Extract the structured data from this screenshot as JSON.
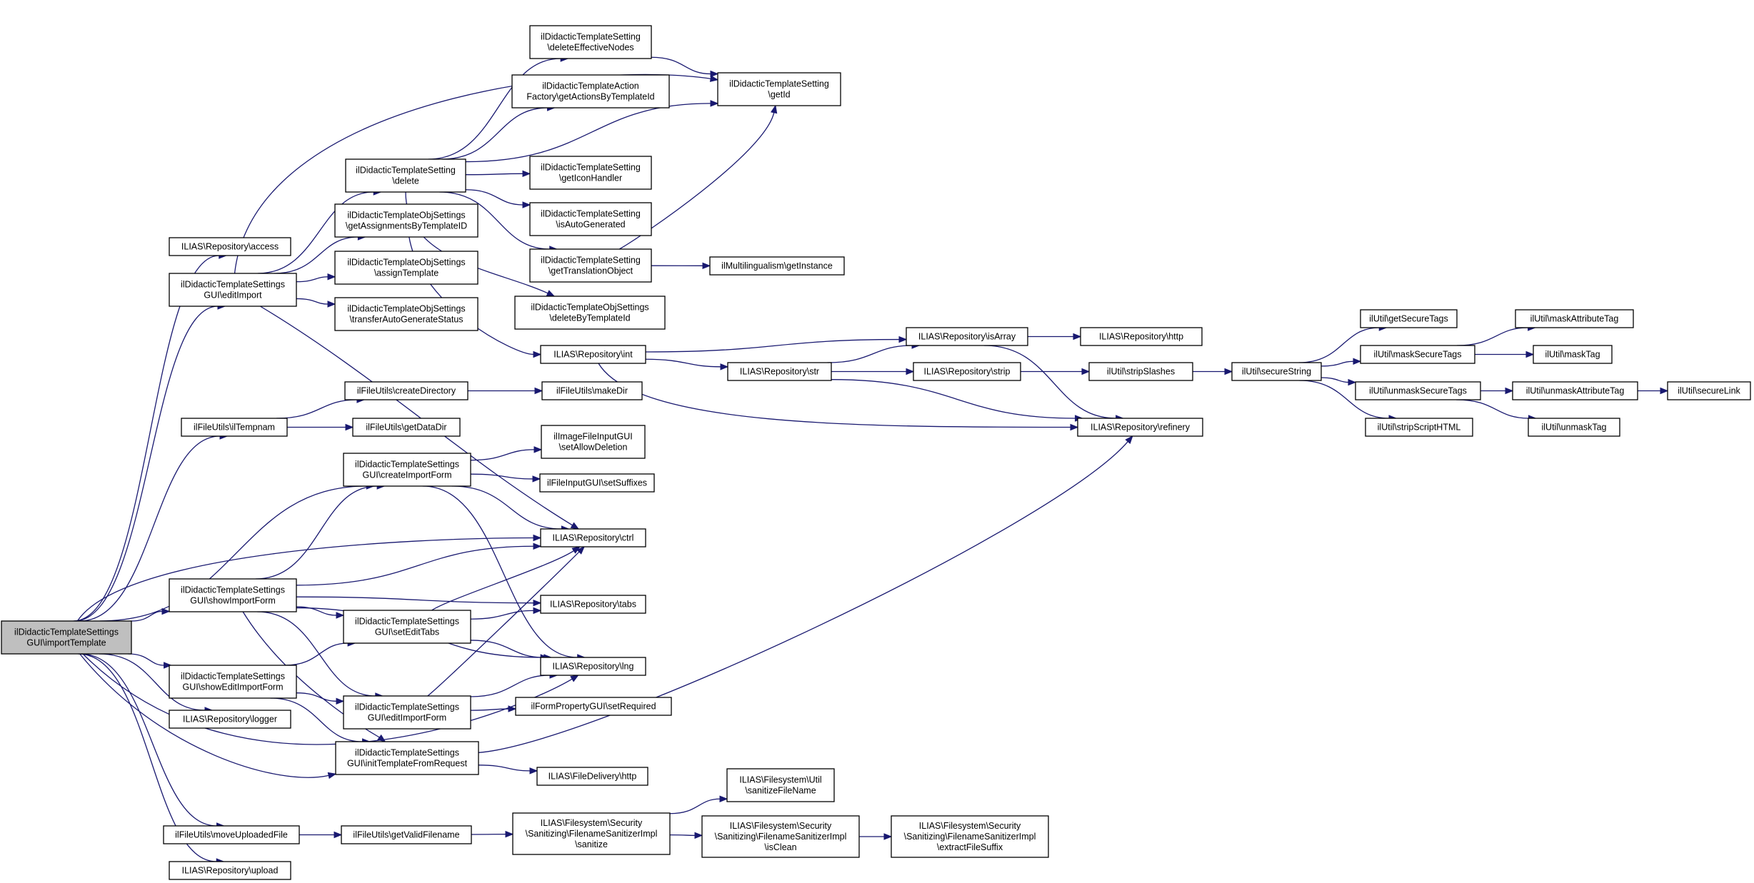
{
  "diagram": {
    "type": "call-graph",
    "nodes": [
      {
        "id": "n0",
        "lines": [
          "ilDidacticTemplateSettings",
          "GUI\\importTemplate"
        ],
        "highlight": true
      },
      {
        "id": "n1",
        "lines": [
          "ILIAS\\Repository\\access"
        ]
      },
      {
        "id": "n2",
        "lines": [
          "ilDidacticTemplateSettings",
          "GUI\\editImport"
        ]
      },
      {
        "id": "n3",
        "lines": [
          "ilFileUtils\\ilTempnam"
        ]
      },
      {
        "id": "n4",
        "lines": [
          "ilDidacticTemplateSettings",
          "GUI\\createImportForm"
        ]
      },
      {
        "id": "n5",
        "lines": [
          "ILIAS\\Repository\\ctrl"
        ]
      },
      {
        "id": "n6",
        "lines": [
          "ilDidacticTemplateSettings",
          "GUI\\showImportForm"
        ]
      },
      {
        "id": "n7",
        "lines": [
          "ilDidacticTemplateSettings",
          "GUI\\setEditTabs"
        ]
      },
      {
        "id": "n8",
        "lines": [
          "ILIAS\\Repository\\tabs"
        ]
      },
      {
        "id": "n9",
        "lines": [
          "ILIAS\\Repository\\lng"
        ]
      },
      {
        "id": "n10",
        "lines": [
          "ilDidacticTemplateSettings",
          "GUI\\showEditImportForm"
        ]
      },
      {
        "id": "n11",
        "lines": [
          "ilDidacticTemplateSettings",
          "GUI\\editImportForm"
        ]
      },
      {
        "id": "n12",
        "lines": [
          "ILIAS\\Repository\\logger"
        ]
      },
      {
        "id": "n13",
        "lines": [
          "ilDidacticTemplateSettings",
          "GUI\\initTemplateFromRequest"
        ]
      },
      {
        "id": "n14",
        "lines": [
          "ilFileUtils\\moveUploadedFile"
        ]
      },
      {
        "id": "n15",
        "lines": [
          "ILIAS\\Repository\\upload"
        ]
      },
      {
        "id": "n16",
        "lines": [
          "ilDidacticTemplateSetting",
          "\\delete"
        ]
      },
      {
        "id": "n17",
        "lines": [
          "ilDidacticTemplateObjSettings",
          "\\getAssignmentsByTemplateID"
        ]
      },
      {
        "id": "n18",
        "lines": [
          "ilDidacticTemplateObjSettings",
          "\\assignTemplate"
        ]
      },
      {
        "id": "n19",
        "lines": [
          "ilDidacticTemplateObjSettings",
          "\\transferAutoGenerateStatus"
        ]
      },
      {
        "id": "n20",
        "lines": [
          "ilDidacticTemplateSetting",
          "\\getId"
        ]
      },
      {
        "id": "n21",
        "lines": [
          "ilFileUtils\\createDirectory"
        ]
      },
      {
        "id": "n22",
        "lines": [
          "ilFileUtils\\getDataDir"
        ]
      },
      {
        "id": "n23",
        "lines": [
          "ilImageFileInputGUI",
          "\\setAllowDeletion"
        ]
      },
      {
        "id": "n24",
        "lines": [
          "ilFileInputGUI\\setSuffixes"
        ]
      },
      {
        "id": "n25",
        "lines": [
          "ilFormPropertyGUI\\setRequired"
        ]
      },
      {
        "id": "n26",
        "lines": [
          "ILIAS\\Repository\\refinery"
        ]
      },
      {
        "id": "n27",
        "lines": [
          "ILIAS\\FileDelivery\\http"
        ]
      },
      {
        "id": "n28",
        "lines": [
          "ilFileUtils\\getValidFilename"
        ]
      },
      {
        "id": "n29",
        "lines": [
          "ilDidacticTemplateSetting",
          "\\deleteEffectiveNodes"
        ]
      },
      {
        "id": "n30",
        "lines": [
          "ilDidacticTemplateAction",
          "Factory\\getActionsByTemplateId"
        ]
      },
      {
        "id": "n31",
        "lines": [
          "ilDidacticTemplateSetting",
          "\\getIconHandler"
        ]
      },
      {
        "id": "n32",
        "lines": [
          "ilDidacticTemplateSetting",
          "\\isAutoGenerated"
        ]
      },
      {
        "id": "n33",
        "lines": [
          "ilDidacticTemplateSetting",
          "\\getTranslationObject"
        ]
      },
      {
        "id": "n34",
        "lines": [
          "ilDidacticTemplateObjSettings",
          "\\deleteByTemplateId"
        ]
      },
      {
        "id": "n35",
        "lines": [
          "ILIAS\\Repository\\int"
        ]
      },
      {
        "id": "n36",
        "lines": [
          "ilFileUtils\\makeDir"
        ]
      },
      {
        "id": "n37",
        "lines": [
          "ILIAS\\Filesystem\\Security",
          "\\Sanitizing\\FilenameSanitizerImpl",
          "\\sanitize"
        ]
      },
      {
        "id": "n38",
        "lines": [
          "ilMultilingualism\\getInstance"
        ]
      },
      {
        "id": "n39",
        "lines": [
          "ILIAS\\Repository\\isArray"
        ]
      },
      {
        "id": "n40",
        "lines": [
          "ILIAS\\Repository\\str"
        ]
      },
      {
        "id": "n41",
        "lines": [
          "ILIAS\\Filesystem\\Util",
          "\\sanitizeFileName"
        ]
      },
      {
        "id": "n42",
        "lines": [
          "ILIAS\\Filesystem\\Security",
          "\\Sanitizing\\FilenameSanitizerImpl",
          "\\isClean"
        ]
      },
      {
        "id": "n43",
        "lines": [
          "ILIAS\\Repository\\http"
        ]
      },
      {
        "id": "n44",
        "lines": [
          "ILIAS\\Repository\\strip"
        ]
      },
      {
        "id": "n45",
        "lines": [
          "ILIAS\\Filesystem\\Security",
          "\\Sanitizing\\FilenameSanitizerImpl",
          "\\extractFileSuffix"
        ]
      },
      {
        "id": "n46",
        "lines": [
          "ilUtil\\stripSlashes"
        ]
      },
      {
        "id": "n47",
        "lines": [
          "ilUtil\\secureString"
        ]
      },
      {
        "id": "n48",
        "lines": [
          "ilUtil\\getSecureTags"
        ]
      },
      {
        "id": "n49",
        "lines": [
          "ilUtil\\maskSecureTags"
        ]
      },
      {
        "id": "n50",
        "lines": [
          "ilUtil\\unmaskSecureTags"
        ]
      },
      {
        "id": "n51",
        "lines": [
          "ilUtil\\stripScriptHTML"
        ]
      },
      {
        "id": "n52",
        "lines": [
          "ilUtil\\maskAttributeTag"
        ]
      },
      {
        "id": "n53",
        "lines": [
          "ilUtil\\maskTag"
        ]
      },
      {
        "id": "n54",
        "lines": [
          "ilUtil\\unmaskAttributeTag"
        ]
      },
      {
        "id": "n55",
        "lines": [
          "ilUtil\\unmaskTag"
        ]
      },
      {
        "id": "n56",
        "lines": [
          "ilUtil\\secureLink"
        ]
      }
    ],
    "edges": [
      [
        "n0",
        "n1"
      ],
      [
        "n0",
        "n2"
      ],
      [
        "n0",
        "n3"
      ],
      [
        "n0",
        "n4"
      ],
      [
        "n0",
        "n5"
      ],
      [
        "n0",
        "n6"
      ],
      [
        "n0",
        "n10"
      ],
      [
        "n0",
        "n12"
      ],
      [
        "n0",
        "n13"
      ],
      [
        "n0",
        "n14"
      ],
      [
        "n0",
        "n15"
      ],
      [
        "n0",
        "n9"
      ],
      [
        "n2",
        "n16"
      ],
      [
        "n2",
        "n17"
      ],
      [
        "n2",
        "n18"
      ],
      [
        "n2",
        "n19"
      ],
      [
        "n2",
        "n20"
      ],
      [
        "n2",
        "n5"
      ],
      [
        "n3",
        "n21"
      ],
      [
        "n3",
        "n22"
      ],
      [
        "n4",
        "n23"
      ],
      [
        "n4",
        "n24"
      ],
      [
        "n4",
        "n5"
      ],
      [
        "n4",
        "n9"
      ],
      [
        "n6",
        "n4"
      ],
      [
        "n6",
        "n5"
      ],
      [
        "n6",
        "n7"
      ],
      [
        "n6",
        "n8"
      ],
      [
        "n6",
        "n9"
      ],
      [
        "n6",
        "n11"
      ],
      [
        "n6",
        "n13"
      ],
      [
        "n7",
        "n5"
      ],
      [
        "n7",
        "n8"
      ],
      [
        "n7",
        "n9"
      ],
      [
        "n10",
        "n7"
      ],
      [
        "n10",
        "n11"
      ],
      [
        "n10",
        "n13"
      ],
      [
        "n11",
        "n5"
      ],
      [
        "n11",
        "n9"
      ],
      [
        "n11",
        "n25"
      ],
      [
        "n13",
        "n26"
      ],
      [
        "n13",
        "n27"
      ],
      [
        "n14",
        "n28"
      ],
      [
        "n16",
        "n29"
      ],
      [
        "n16",
        "n30"
      ],
      [
        "n16",
        "n20"
      ],
      [
        "n16",
        "n31"
      ],
      [
        "n16",
        "n32"
      ],
      [
        "n16",
        "n33"
      ],
      [
        "n16",
        "n34"
      ],
      [
        "n17",
        "n35"
      ],
      [
        "n21",
        "n36"
      ],
      [
        "n28",
        "n37"
      ],
      [
        "n29",
        "n20"
      ],
      [
        "n33",
        "n20"
      ],
      [
        "n33",
        "n38"
      ],
      [
        "n35",
        "n39"
      ],
      [
        "n35",
        "n40"
      ],
      [
        "n35",
        "n26"
      ],
      [
        "n37",
        "n41"
      ],
      [
        "n37",
        "n42"
      ],
      [
        "n39",
        "n43"
      ],
      [
        "n39",
        "n26"
      ],
      [
        "n40",
        "n39"
      ],
      [
        "n40",
        "n44"
      ],
      [
        "n40",
        "n26"
      ],
      [
        "n42",
        "n45"
      ],
      [
        "n44",
        "n46"
      ],
      [
        "n46",
        "n47"
      ],
      [
        "n47",
        "n48"
      ],
      [
        "n47",
        "n49"
      ],
      [
        "n47",
        "n50"
      ],
      [
        "n47",
        "n51"
      ],
      [
        "n49",
        "n52"
      ],
      [
        "n49",
        "n53"
      ],
      [
        "n50",
        "n54"
      ],
      [
        "n50",
        "n55"
      ],
      [
        "n54",
        "n56"
      ]
    ]
  }
}
